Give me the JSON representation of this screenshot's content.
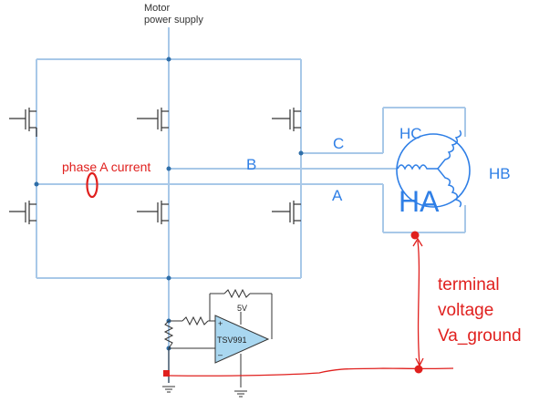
{
  "labels": {
    "motor_supply_line1": "Motor",
    "motor_supply_line2": "power supply",
    "phase_a_current": "phase A current",
    "phase_a": "A",
    "phase_b": "B",
    "phase_c": "C",
    "hall_c": "HC",
    "hall_b": "HB",
    "hall_a": "HA",
    "opamp_supply": "5V",
    "opamp_name": "TSV991",
    "opamp_plus": "+",
    "opamp_minus": "–",
    "terminal_line1": "terminal",
    "terminal_line2": "voltage",
    "terminal_line3": "Va_ground"
  },
  "colors": {
    "wire": "#a8c8e8",
    "blue_text": "#2f7fe6",
    "annotation_red": "#e0201e",
    "component": "#333333",
    "opamp_fill": "#a9d7f0"
  }
}
